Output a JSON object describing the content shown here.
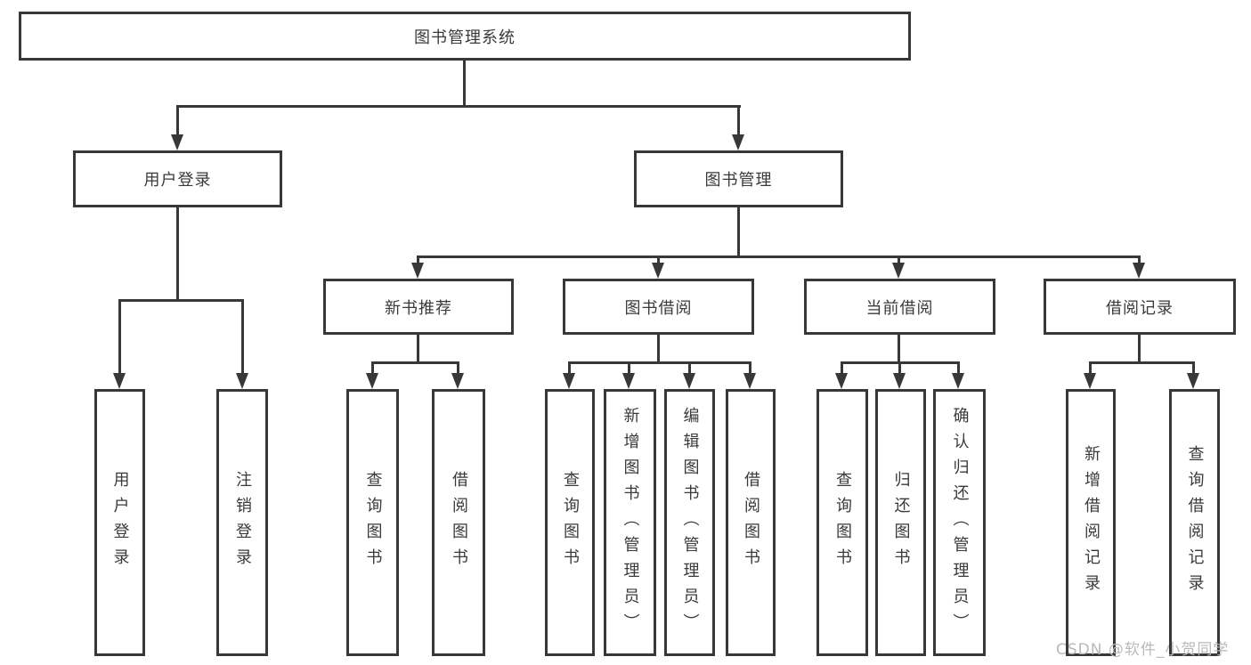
{
  "diagram": {
    "root": {
      "label": "图书管理系统"
    },
    "level2": {
      "user_login_group": {
        "label": "用户登录"
      },
      "book_mgmt": {
        "label": "图书管理"
      }
    },
    "level3": {
      "new_book_rec": {
        "label": "新书推荐"
      },
      "book_borrow": {
        "label": "图书借阅"
      },
      "current_borrow": {
        "label": "当前借阅"
      },
      "borrow_records": {
        "label": "借阅记录"
      }
    },
    "leaves": {
      "user_login": {
        "label": "用户登录"
      },
      "logout": {
        "label": "注销登录"
      },
      "rec_query_book": {
        "label": "查询图书"
      },
      "rec_borrow_book": {
        "label": "借阅图书"
      },
      "bb_query_book": {
        "label": "查询图书"
      },
      "bb_add_book": {
        "label": "新增图书（管理员）"
      },
      "bb_edit_book": {
        "label": "编辑图书（管理员）"
      },
      "bb_borrow_book": {
        "label": "借阅图书"
      },
      "cb_query_book": {
        "label": "查询图书"
      },
      "cb_return_book": {
        "label": "归还图书"
      },
      "cb_confirm_return": {
        "label": "确认归还（管理员）"
      },
      "br_add_record": {
        "label": "新增借阅记录"
      },
      "br_query_record": {
        "label": "查询借阅记录"
      }
    },
    "watermark": "CSDN @软件_小贺同学",
    "colors": {
      "line": "#383838",
      "text": "#3a3a3a",
      "box_background": "#ffffff",
      "watermark": "#b9b9b9"
    }
  }
}
